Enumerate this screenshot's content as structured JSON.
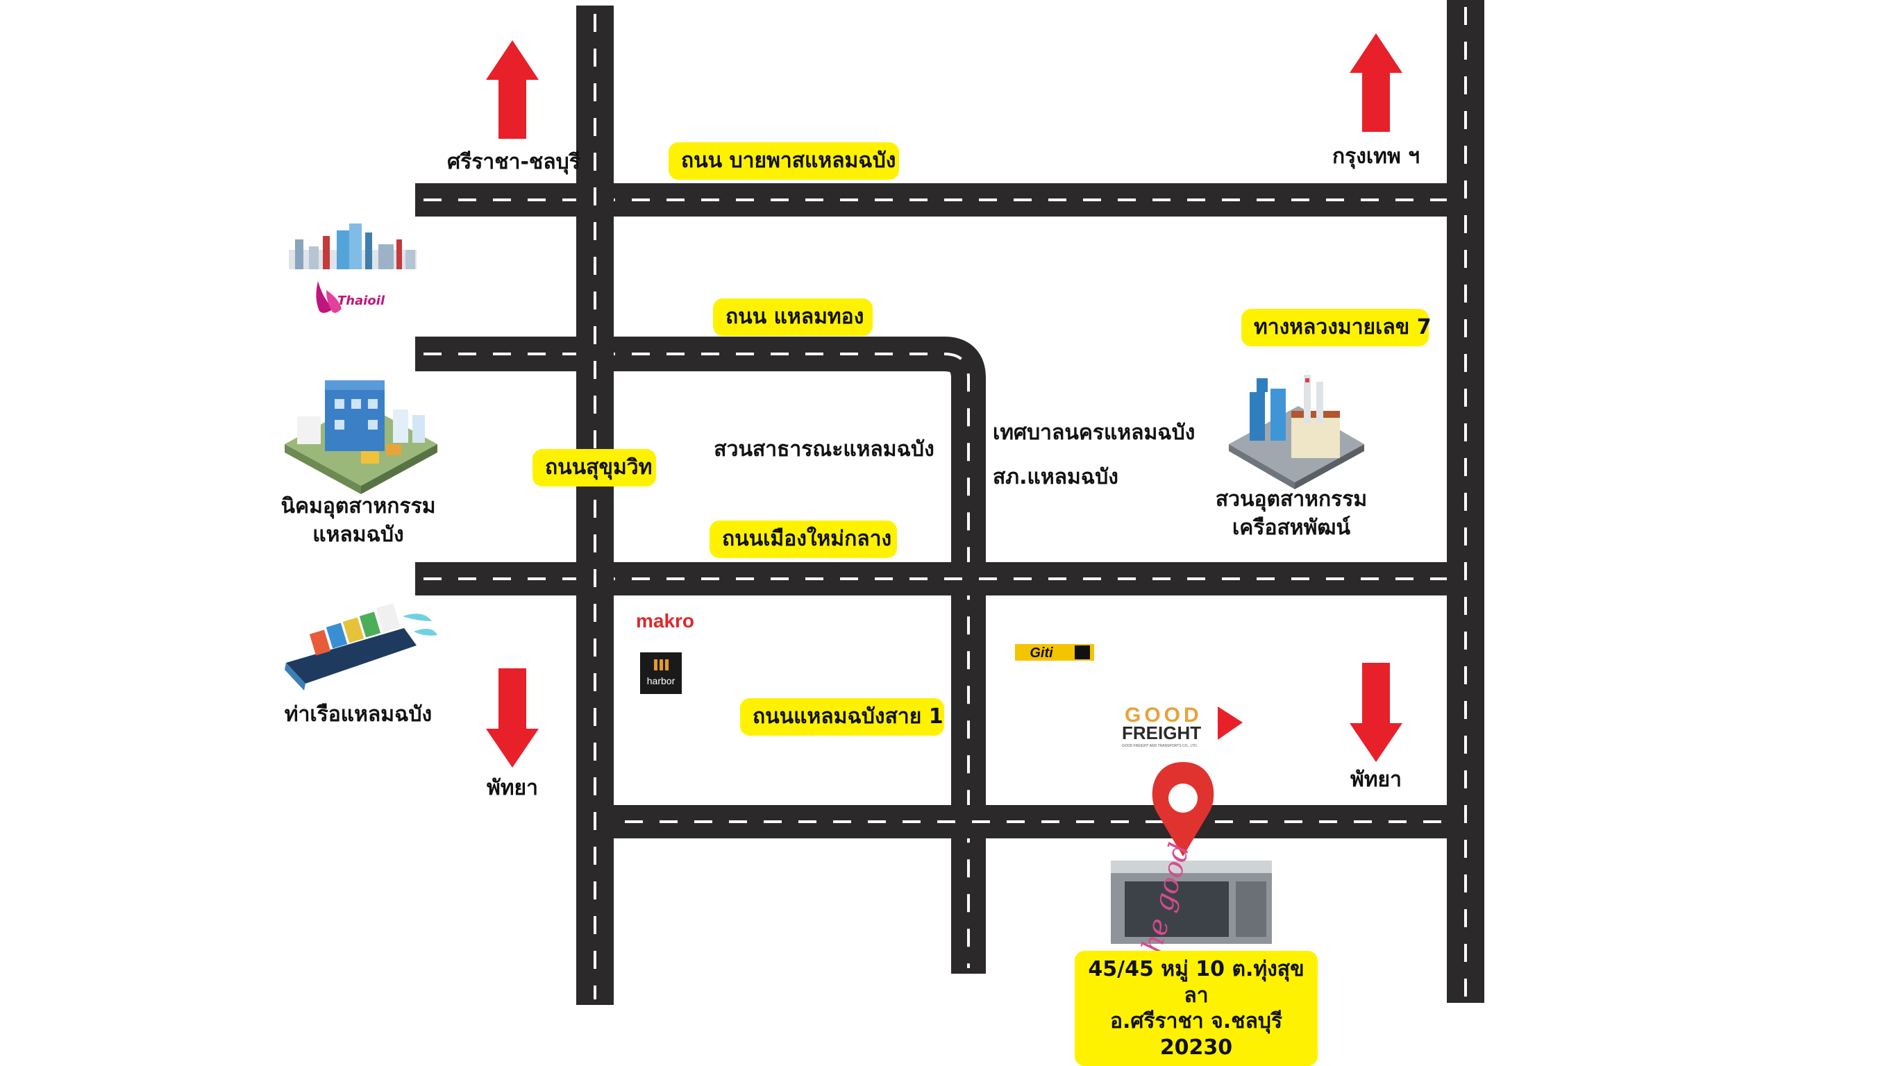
{
  "roads": {
    "bypass": "ถนน บายพาสแหลมฉบัง",
    "laem_thong": "ถนน แหลมทอง",
    "sukhumvit": "ถนนสุขุมวิท",
    "highway7": "ทางหลวงมายเลข 7",
    "muang_mai_klang": "ถนนเมืองใหม่กลาง",
    "laem_chabang_1": "ถนนแหลมฉบังสาย 1"
  },
  "directions": {
    "sriracha_chonburi": "ศรีราชา-ชลบุรี",
    "bangkok": "กรุงเทพ ฯ",
    "pattaya_left": "พัทยา",
    "pattaya_right": "พัทยา"
  },
  "places": {
    "public_park": "สวนสาธารณะแหลมฉบัง",
    "municipality": "เทศบาลนครแหลมฉบัง",
    "police": "สภ.แหลมฉบัง",
    "industrial_estate_line1": "นิคมอุตสาหกรรม",
    "industrial_estate_line2": "แหลมฉบัง",
    "kse_park_line1": "สวนอุตสาหกรรม",
    "kse_park_line2": "เครือสหพัฒน์",
    "port": "ท่าเรือแหลมฉบัง"
  },
  "logos": {
    "thaioil": "Thaioil",
    "makro": "makro",
    "harbor": "harbor",
    "giti": "Giti",
    "good_freight_line1": "GOOD",
    "good_freight_line2": "FREIGHT",
    "good_freight_tagline": "GOOD FREIGHT AND TRANSPORTS CO., LTD.",
    "the_good": "the good"
  },
  "address": {
    "line1": "45/45 หมู่ 10 ต.ทุ่งสุขลา",
    "line2": "อ.ศรีราชา จ.ชลบุรี 20230"
  },
  "colors": {
    "road": "#2b2929",
    "lane_mark": "#ffffff",
    "highlight": "#fff200",
    "arrow": "#e8202a",
    "pin": "#e0332f"
  }
}
